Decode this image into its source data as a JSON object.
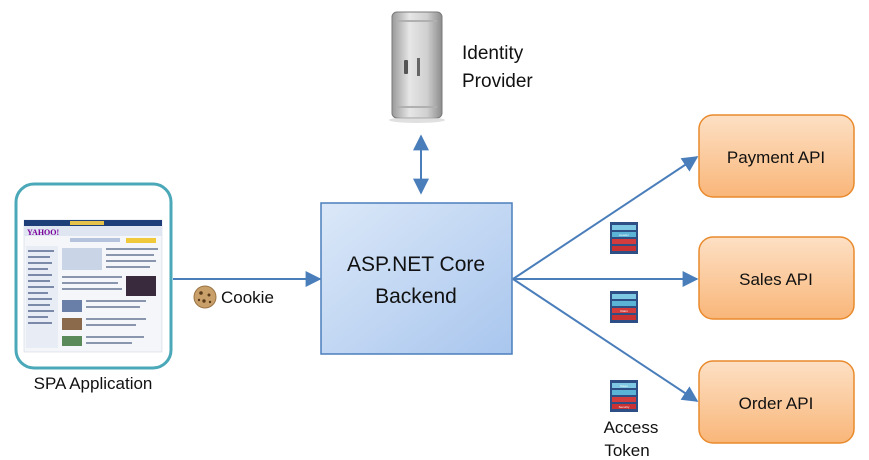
{
  "identity_provider": {
    "line1": "Identity",
    "line2": "Provider"
  },
  "backend": {
    "line1": "ASP.NET Core",
    "line2": "Backend"
  },
  "spa": {
    "label": "SPA Application",
    "logo": "YAHOO!"
  },
  "cookie": {
    "label": "Cookie"
  },
  "apis": {
    "payment": "Payment API",
    "sales": "Sales API",
    "order": "Order API"
  },
  "access_token": {
    "line1": "Access",
    "line2": "Token"
  },
  "token_card": {
    "title": "Token",
    "header": "Header",
    "claim": "Claim",
    "security": "Security"
  },
  "colors": {
    "arrow": "#4a7ebb",
    "backend_fill": "#b4cdf0",
    "api_fill": "#fbc89a",
    "api_stroke": "#e98a2c",
    "spa_stroke": "#4aa8b8"
  }
}
